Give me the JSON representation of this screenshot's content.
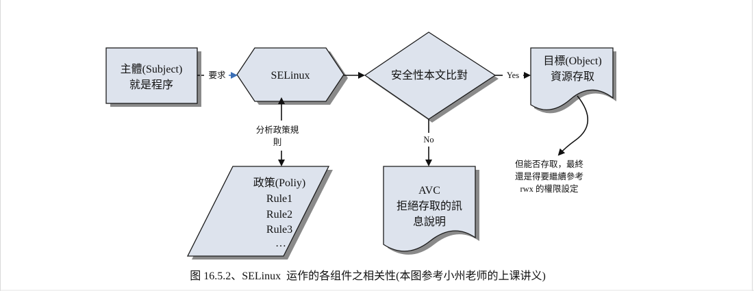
{
  "nodes": {
    "subject": [
      "主體(Subject)",
      "就是程序"
    ],
    "selinux": "SELinux",
    "context_check": "安全性本文比對",
    "object": [
      "目標(Object)",
      "資源存取"
    ],
    "policy": [
      "政策(Poliy)",
      "Rule1",
      "Rule2",
      "Rule3",
      "…"
    ],
    "avc": [
      "AVC",
      "拒絕存取的訊",
      "息說明"
    ]
  },
  "edge_labels": {
    "request": "要求",
    "analyze_policy": [
      "分析政策規",
      "則"
    ],
    "yes": "Yes",
    "no": "No"
  },
  "note": [
    "但能否存取，最終",
    "還是得要繼續參考",
    "rwx 的權限設定"
  ],
  "caption": "图 16.5.2、SELinux  运作的各组件之相关性(本图参考小州老师的上课讲义)",
  "colors": {
    "shape_fill": "#dde3ed",
    "shape_stroke": "#1a1a1a",
    "shadow": "#8a8a8a",
    "arrow_blue": "#3b6fb6"
  }
}
